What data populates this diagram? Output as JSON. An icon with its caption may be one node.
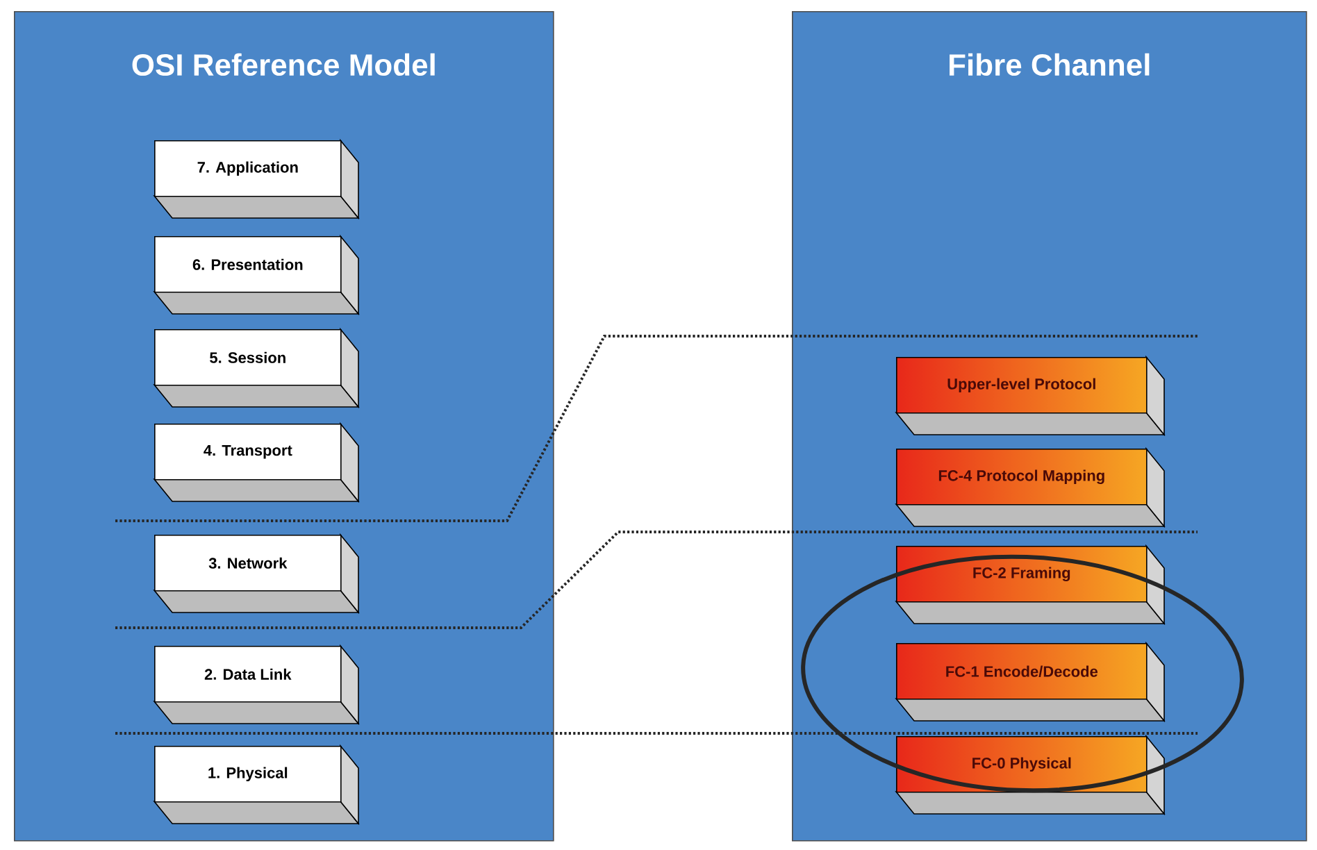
{
  "diagram": {
    "nodes": [
      {
        "text": [
          "OSI Reference Model"
        ]
      },
      {
        "text": [
          "7. Application"
        ],
        "in": 0
      },
      {
        "text": [
          "6. Presentation"
        ],
        "in": 0
      },
      {
        "text": [
          "5. Session"
        ],
        "in": 0
      },
      {
        "text": [
          "4. Transport"
        ],
        "in": 0
      },
      {
        "text": [
          "3. Network"
        ],
        "in": 0
      },
      {
        "text": [
          "2. Data Link"
        ],
        "in": 0
      },
      {
        "text": [
          "1. Physical"
        ],
        "in": 0
      },
      {
        "text": [
          "Fibre Channel"
        ]
      },
      {
        "text": [
          "Upper-level Protocol"
        ],
        "in": 8
      },
      {
        "text": [
          "FC-4 Protocol Mapping"
        ],
        "in": 8
      },
      {
        "text": [
          "FC-2 Framing"
        ],
        "in": 8
      },
      {
        "text": [
          "FC-1 Encode/Decode"
        ],
        "in": 8
      },
      {
        "text": [
          "FC-0 Physical"
        ],
        "in": 8
      }
    ],
    "edges": []
  }
}
